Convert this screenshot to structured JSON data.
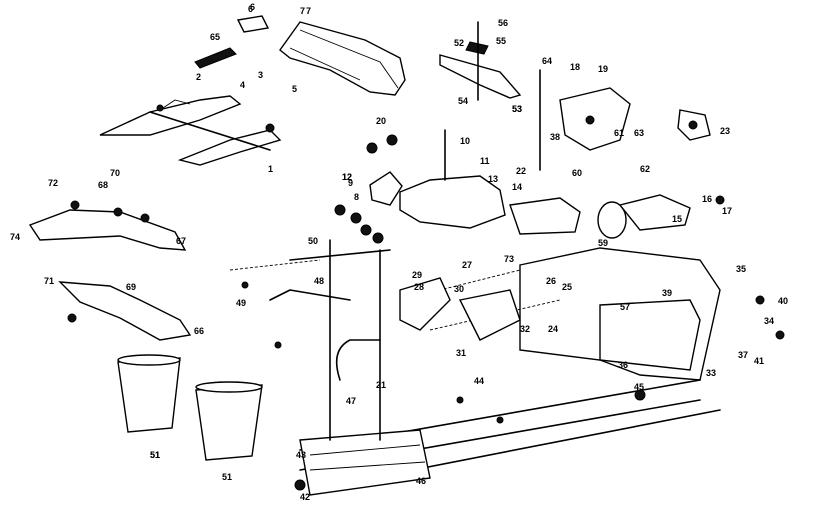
{
  "parts": {
    "grass_bag_left": "51",
    "grass_bag_right": "51",
    "cover": "7",
    "top_cover_clip": "6",
    "blade_label": "53",
    "side_label": "12"
  },
  "callouts": [
    "1",
    "2",
    "3",
    "4",
    "5",
    "6",
    "7",
    "8",
    "9",
    "10",
    "11",
    "12",
    "13",
    "14",
    "15",
    "16",
    "17",
    "18",
    "19",
    "20",
    "21",
    "22",
    "23",
    "24",
    "25",
    "26",
    "27",
    "28",
    "29",
    "30",
    "31",
    "32",
    "33",
    "34",
    "35",
    "36",
    "37",
    "38",
    "39",
    "40",
    "41",
    "42",
    "43",
    "44",
    "45",
    "46",
    "47",
    "48",
    "49",
    "50",
    "51",
    "52",
    "53",
    "54",
    "55",
    "56",
    "57",
    "59",
    "60",
    "61",
    "62",
    "63",
    "64",
    "65",
    "66",
    "67",
    "68",
    "69",
    "70",
    "71",
    "72",
    "73",
    "74"
  ],
  "colors": {
    "ink": "#000000",
    "paper": "#ffffff"
  }
}
